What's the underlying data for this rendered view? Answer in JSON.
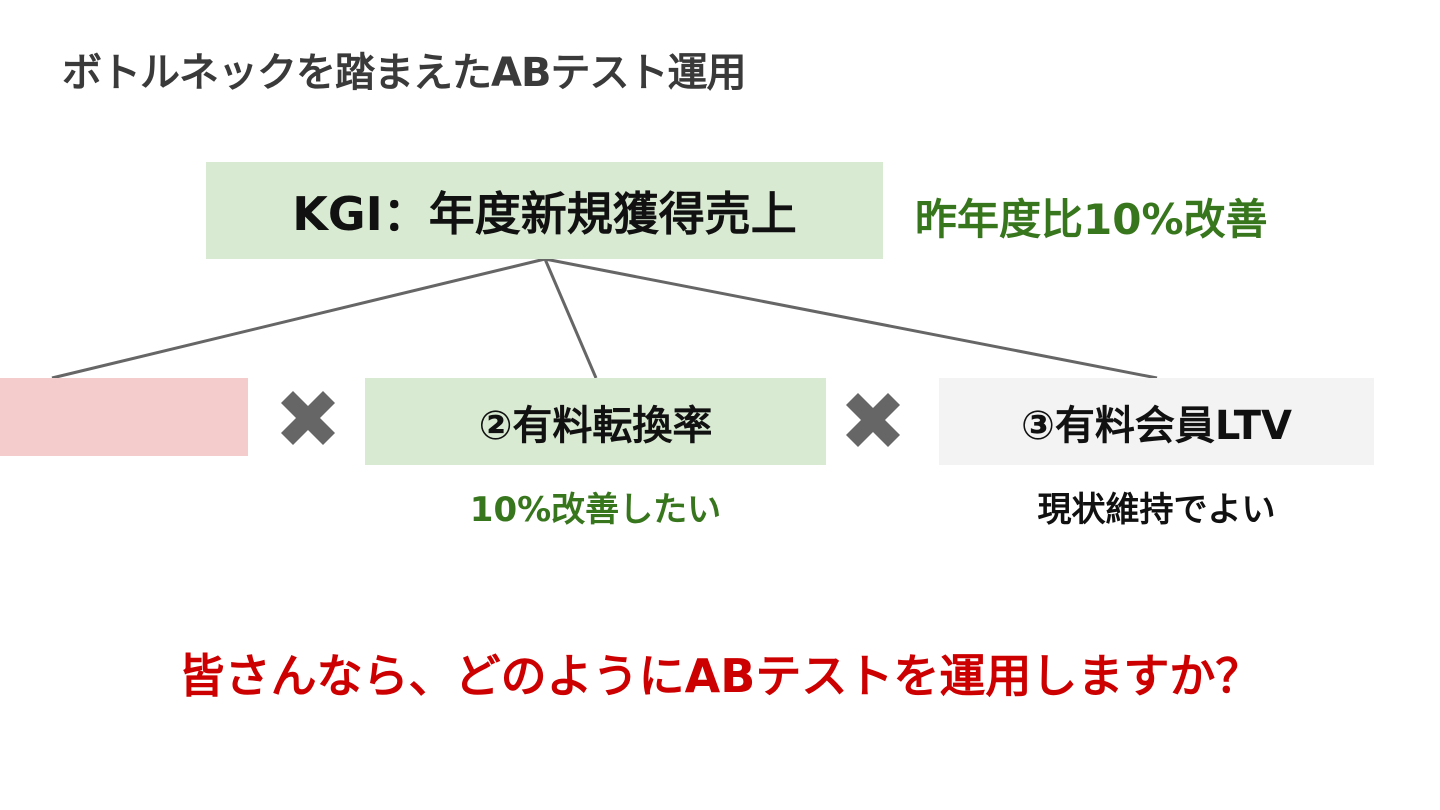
{
  "slide": {
    "title": "ボトルネックを踏まえたABテスト運用",
    "kgi": {
      "label": "KGI：年度新規獲得売上",
      "goal": "昨年度比10%改善"
    },
    "factors": [
      {
        "label": "",
        "note": ""
      },
      {
        "label": "②有料転換率",
        "note": "10%改善したい"
      },
      {
        "label": "③有料会員LTV",
        "note": "現状維持でよい"
      }
    ],
    "operators": [
      "multiply-icon",
      "multiply-icon"
    ],
    "question": "皆さんなら、どのようにABテストを運用しますか？"
  },
  "colors": {
    "green_fill": "#d9ead3",
    "pink_fill": "#f4cccc",
    "gray_fill": "#f3f3f3",
    "green_text": "#38761d",
    "red_text": "#cc0000",
    "line": "#666666",
    "cross": "#666666"
  }
}
